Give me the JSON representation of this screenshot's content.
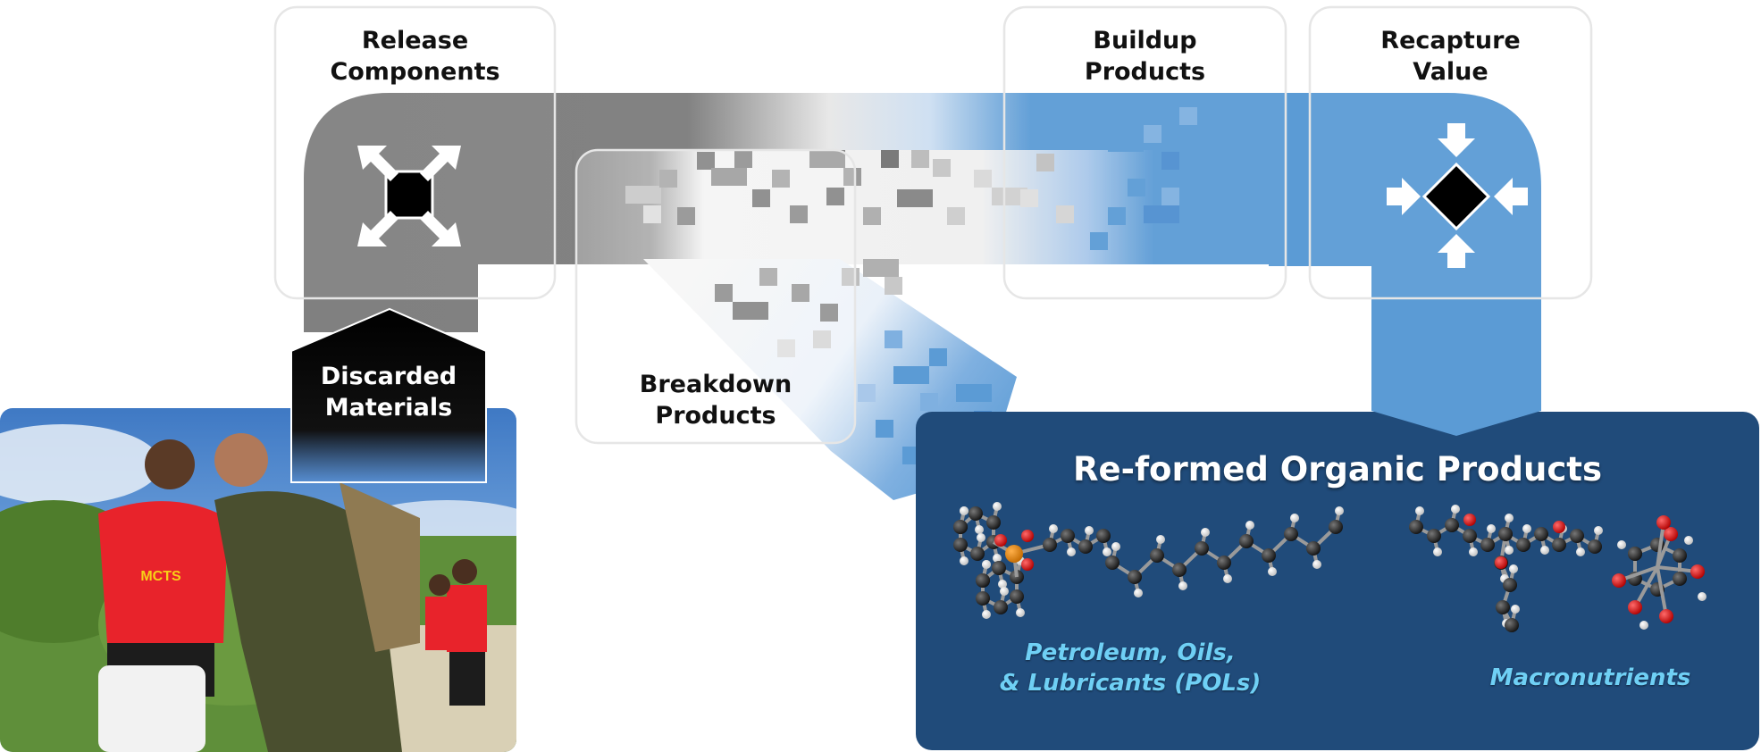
{
  "stages": {
    "release": {
      "line1": "Release",
      "line2": "Components",
      "icon": "expand-arrows-icon"
    },
    "breakdown": {
      "line1": "Breakdown",
      "line2": "Products"
    },
    "buildup": {
      "line1": "Buildup",
      "line2": "Products"
    },
    "recapture": {
      "line1": "Recapture",
      "line2": "Value",
      "icon": "converge-arrows-icon"
    }
  },
  "discarded": {
    "line1": "Discarded",
    "line2": "Materials"
  },
  "photo": {
    "shirt_text": "MCTS",
    "description_icon": "cleanup-photo"
  },
  "products_panel": {
    "title": "Re-formed Organic Products",
    "pols": {
      "line1": "Petroleum, Oils,",
      "line2": "& Lubricants (POLs)"
    },
    "macronutrients": "Macronutrients"
  },
  "colors": {
    "gray": "#808080",
    "blue": "#5b9bd5",
    "panel": "#204b7a",
    "caption": "#6fd0f5"
  }
}
